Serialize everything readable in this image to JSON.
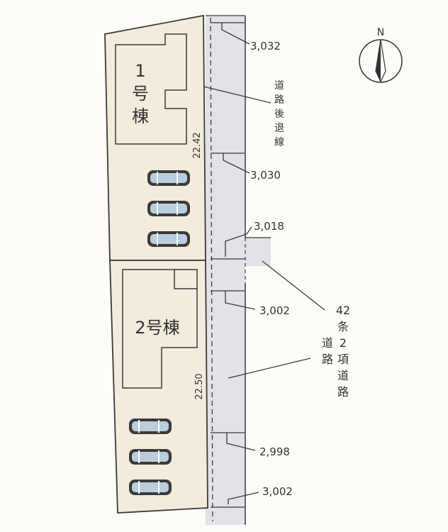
{
  "compass": {
    "north_label": "N"
  },
  "lots": [
    {
      "building_line1": "1",
      "building_line2": "号",
      "building_line3": "棟",
      "frontage": "22.42",
      "parking_spaces": 3
    },
    {
      "building_label": "2号棟",
      "frontage": "22.50",
      "parking_spaces": 3
    }
  ],
  "road_widths": [
    "3,032",
    "3,030",
    "3,018",
    "3,002",
    "2,998",
    "3,002"
  ],
  "labels": {
    "setback_line": [
      "道",
      "路",
      "後",
      "退",
      "線"
    ],
    "road_col1": [
      "42",
      "条",
      "2",
      "項",
      "道",
      "路"
    ],
    "road_col2": [
      "道",
      "路"
    ]
  },
  "colors": {
    "lot": "#f3ecdc",
    "road": "#e2e2e8",
    "line": "#3a3a3a",
    "car": "#b9cddd"
  }
}
